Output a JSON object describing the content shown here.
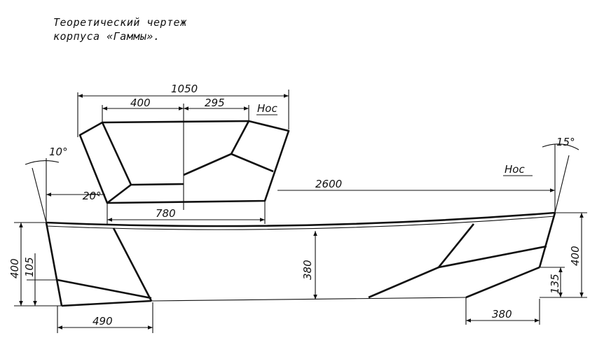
{
  "caption": {
    "line1": "Теоретический чертеж",
    "line2": "корпуса «Гаммы»."
  },
  "top_view": {
    "dim_overall": "1050",
    "dim_left": "400",
    "dim_right": "295",
    "dim_bottom": "780",
    "angle": "20°",
    "bow_label": "Нос"
  },
  "side_view": {
    "angle_left": "10°",
    "angle_right": "15°",
    "length": "2600",
    "bow_label": "Нос",
    "height_left": "400",
    "height_left_low": "105",
    "height_mid": "380",
    "height_right": "400",
    "height_right_low": "135",
    "stern_len": "490",
    "bow_len": "380"
  }
}
